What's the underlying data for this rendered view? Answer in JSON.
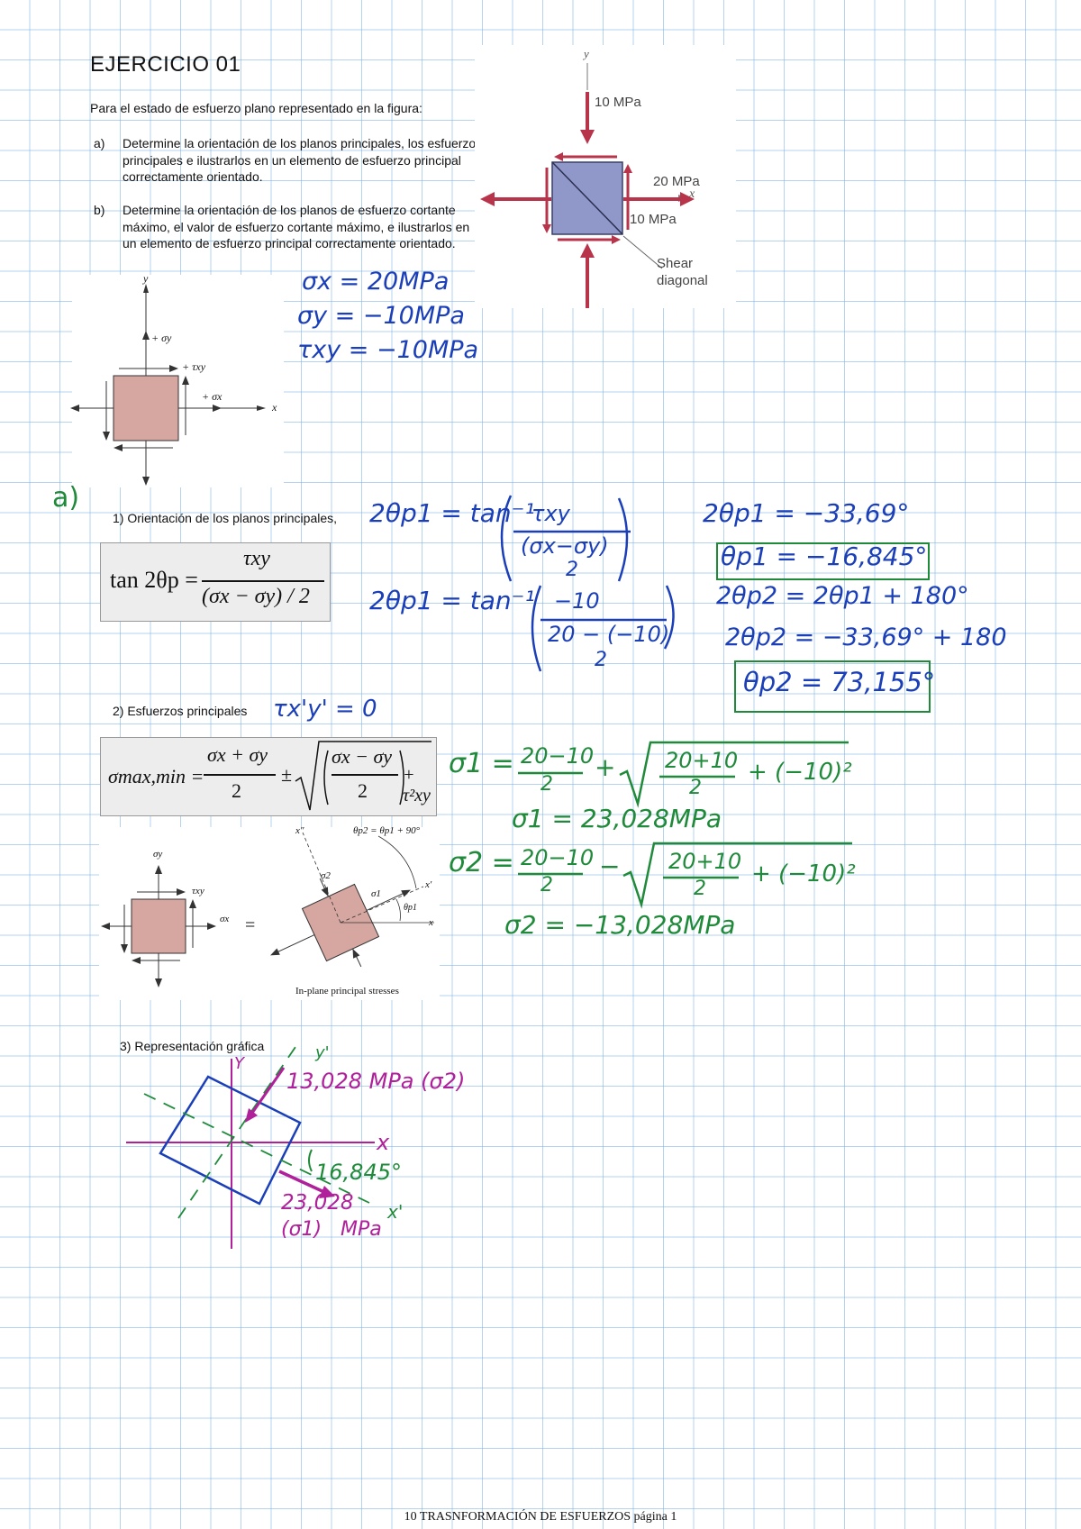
{
  "doc": {
    "title": "EJERCICIO 01",
    "intro": "Para el estado de esfuerzo plano representado en la figura:",
    "item_a_label": "a)",
    "item_a": "Determine la orientación de los planos principales, los esfuerzos principales e ilustrarlos en un elemento de esfuerzo principal correctamente orientado.",
    "item_b_label": "b)",
    "item_b": "Determine la orientación de los planos de esfuerzo cortante máximo, el valor de esfuerzo cortante máximo, e ilustrarlos en un elemento de esfuerzo principal correctamente orientado.",
    "step1": "1)   Orientación de los planos principales,",
    "step2": "2)   Esfuerzos principales",
    "step3": "3)   Representación gráfica",
    "footer": "10 TRASNFORMACIÓN DE ESFUERZOS página 1"
  },
  "fig_problem": {
    "axis_y": "y",
    "axis_x": "x",
    "label_top": "10 MPa",
    "label_right": "20 MPa",
    "label_shear": "10 MPa",
    "label_diag_1": "Shear",
    "label_diag_2": "diagonal"
  },
  "fig_signs": {
    "axis_y": "y",
    "axis_x": "x",
    "sigma_y": "+ σy",
    "tau_xy": "+ τxy",
    "sigma_x": "+ σx"
  },
  "formulas": {
    "tan_lhs": "tan 2θp =",
    "tan_num": "τxy",
    "tan_den": "(σx − σy) / 2",
    "smax_lhs": "σmax,min =",
    "smax_frac_num": "σx + σy",
    "smax_frac_den": "2",
    "smax_pm": "±",
    "smax_inner_num": "σx − σy",
    "smax_inner_den": "2",
    "smax_tau": "+ τ²xy"
  },
  "fig_principal": {
    "sigma_y": "σy",
    "tau_xy": "τxy",
    "sigma_x": "σx",
    "equals": "=",
    "x_pp": "x″",
    "theta_eq": "θp2 = θp1 + 90°",
    "sigma_2": "σ2",
    "sigma_1": "σ1",
    "theta_p1": "θp1",
    "x_p": "x′",
    "x": "x",
    "caption": "In-plane principal stresses"
  },
  "handwriting": {
    "sx": "σx = 20MPa",
    "sy": "σy = −10MPa",
    "txy": "τxy = −10MPa",
    "part_a": "a)",
    "eq1": "2θp1 = tan⁻¹",
    "eq1_num": "τxy",
    "eq1_den": "(σx−σy)",
    "eq1_den2": "2",
    "eq2": "2θp1 = tan⁻¹",
    "eq2_num": "−10",
    "eq2_den": "20 − (−10)",
    "eq2_den2": "2",
    "r1": "2θp1 = −33,69°",
    "r2": "θp1 = −16,845°",
    "r3": "2θp2 = 2θp1 + 180°",
    "r4": "2θp2 = −33,69° + 180",
    "r5": "θp2 = 73,155°",
    "tau_zero": "τx'y' = 0",
    "s1_eq": "σ1 = (20−10)/2 + √((20+10)/2)² + (−10)²",
    "s1_a": "σ1 =",
    "s1_f1n": "20−10",
    "s1_f1d": "2",
    "s1_plus": "+",
    "s1_f2n": "20+10",
    "s1_f2d": "2",
    "s1_tail": "+ (−10)²",
    "s1_res": "σ1 = 23,028MPa",
    "s2_a": "σ2 =",
    "s2_f1n": "20−10",
    "s2_f1d": "2",
    "s2_minus": "−",
    "s2_f2n": "20+10",
    "s2_f2d": "2",
    "s2_tail": "+ (−10)²",
    "s2_res": "σ2 = −13,028MPa",
    "g_y": "Y",
    "g_yp": "y'",
    "g_x": "x",
    "g_xp": "x'",
    "g_s2": "13,028 MPa (σ2)",
    "g_angle": "16,845°",
    "g_s1a": "23,028",
    "g_s1b": "MPa",
    "g_s1c": "(σ1)"
  },
  "colors": {
    "ink_blue": "#1a3fb8",
    "ink_green": "#1f8a3a",
    "ink_magenta": "#b0209a",
    "arrow_red": "#b8344a",
    "element_fill_blue": "#8f98c8",
    "element_fill_pink": "#d6a6a0"
  }
}
